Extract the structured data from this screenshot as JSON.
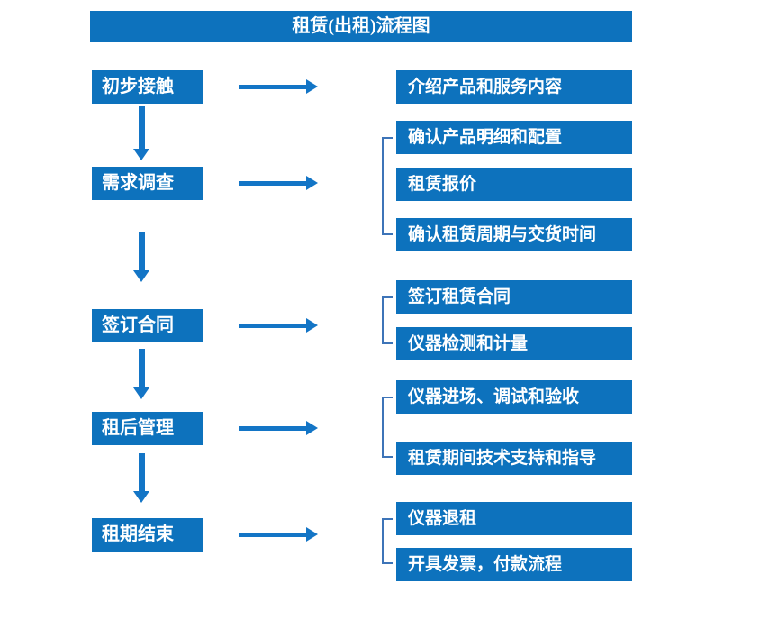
{
  "title": "租赁(出租)流程图",
  "colors": {
    "box_blue": "#0d72bd",
    "arrow_blue": "#1375c6",
    "bracket_blue": "#3d74b8",
    "text_white": "#ffffff",
    "background": "#ffffff"
  },
  "flow": {
    "stages": [
      {
        "label": "初步接触",
        "outputs": [
          "介绍产品和服务内容"
        ]
      },
      {
        "label": "需求调查",
        "outputs": [
          "确认产品明细和配置",
          "租赁报价",
          "确认租赁周期与交货时间"
        ]
      },
      {
        "label": "签订合同",
        "outputs": [
          "签订租赁合同",
          "仪器检测和计量"
        ]
      },
      {
        "label": "租后管理",
        "outputs": [
          "仪器进场、调试和验收",
          "租赁期间技术支持和指导"
        ]
      },
      {
        "label": "租期结束",
        "outputs": [
          "仪器退租",
          "开具发票，付款流程"
        ]
      }
    ]
  }
}
